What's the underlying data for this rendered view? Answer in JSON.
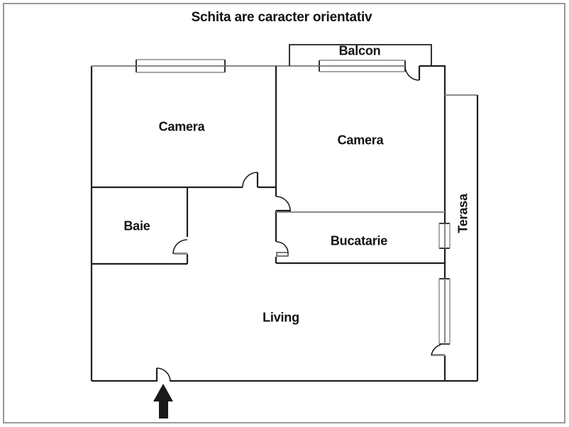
{
  "title": "Schita are caracter orientativ",
  "rooms": {
    "camera_left": "Camera",
    "camera_right": "Camera",
    "balcon": "Balcon",
    "baie": "Baie",
    "bucatarie": "Bucatarie",
    "living": "Living",
    "terasa": "Terasa"
  },
  "colors": {
    "wall": "#1f1f1f",
    "light_line": "#8a8a8a",
    "frame": "#999999",
    "background": "#ffffff",
    "text": "#111111",
    "arrow": "#1a1a1a"
  }
}
